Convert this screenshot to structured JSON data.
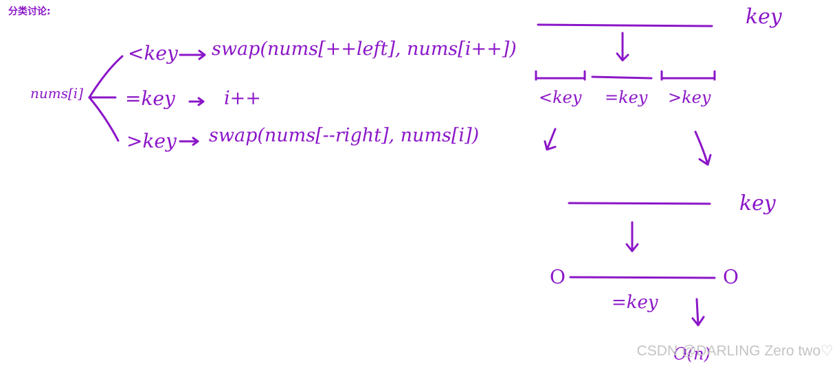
{
  "heading": "分类讨论:",
  "colors": {
    "ink": "#8b16c8",
    "watermark": "#c4c4c4"
  },
  "left_branch": {
    "root": "nums[i]",
    "cases": [
      {
        "cond": "<key",
        "action": "swap(nums[++left], nums[i++])"
      },
      {
        "cond": "=key",
        "action": "i++"
      },
      {
        "cond": ">key",
        "action": "swap(nums[--right], nums[i])"
      }
    ]
  },
  "right_diagram": {
    "top_key": "key",
    "parts": [
      "<key",
      "=key",
      ">key"
    ],
    "second_key": "key",
    "end_left": "O",
    "end_right": "O",
    "bottom_label": "=key",
    "complexity": "O(n)"
  },
  "watermark": "CSDN @DARLING Zero two♡"
}
